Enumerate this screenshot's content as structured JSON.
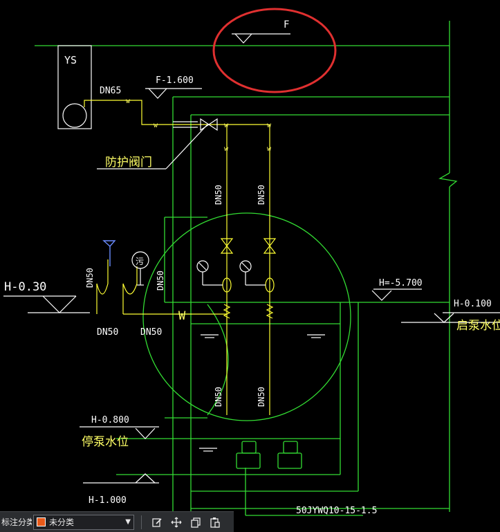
{
  "drawing": {
    "labels": {
      "ys": "YS",
      "f_top": "F",
      "dn65": "DN65",
      "f_1600": "F-1.600",
      "valve_note": "防护阀门",
      "dn50_v1": "DN50",
      "dn50_v2": "DN50",
      "dn50_v3": "DN50",
      "dn50_v4": "DN50",
      "dn50_v5": "DN50",
      "dn50_v6": "DN50",
      "dn50_h1": "DN50",
      "dn50_h2": "DN50",
      "w_mark": "W",
      "wu_symbol": "污",
      "h_030": "H-0.30",
      "h_5700": "H=-5.700",
      "h_0100": "H-0.100",
      "start_pump": "启泵水位",
      "h_0800": "H-0.800",
      "stop_pump": "停泵水位",
      "h_1000": "H-1.000",
      "pump_model": "50JYWQ10-15-1.5"
    },
    "colors": {
      "background": "#000000",
      "pipe_green": "#33dd33",
      "pipe_yellow": "#ffff33",
      "annotation_white": "#ffffff",
      "highlight_red": "#e03030"
    }
  },
  "toolbar": {
    "category_label": "标注分类",
    "category_value": "未分类",
    "category_color": "#e85a1a",
    "icons": [
      "edit-icon",
      "move-icon",
      "copy-icon",
      "paste-icon"
    ]
  }
}
